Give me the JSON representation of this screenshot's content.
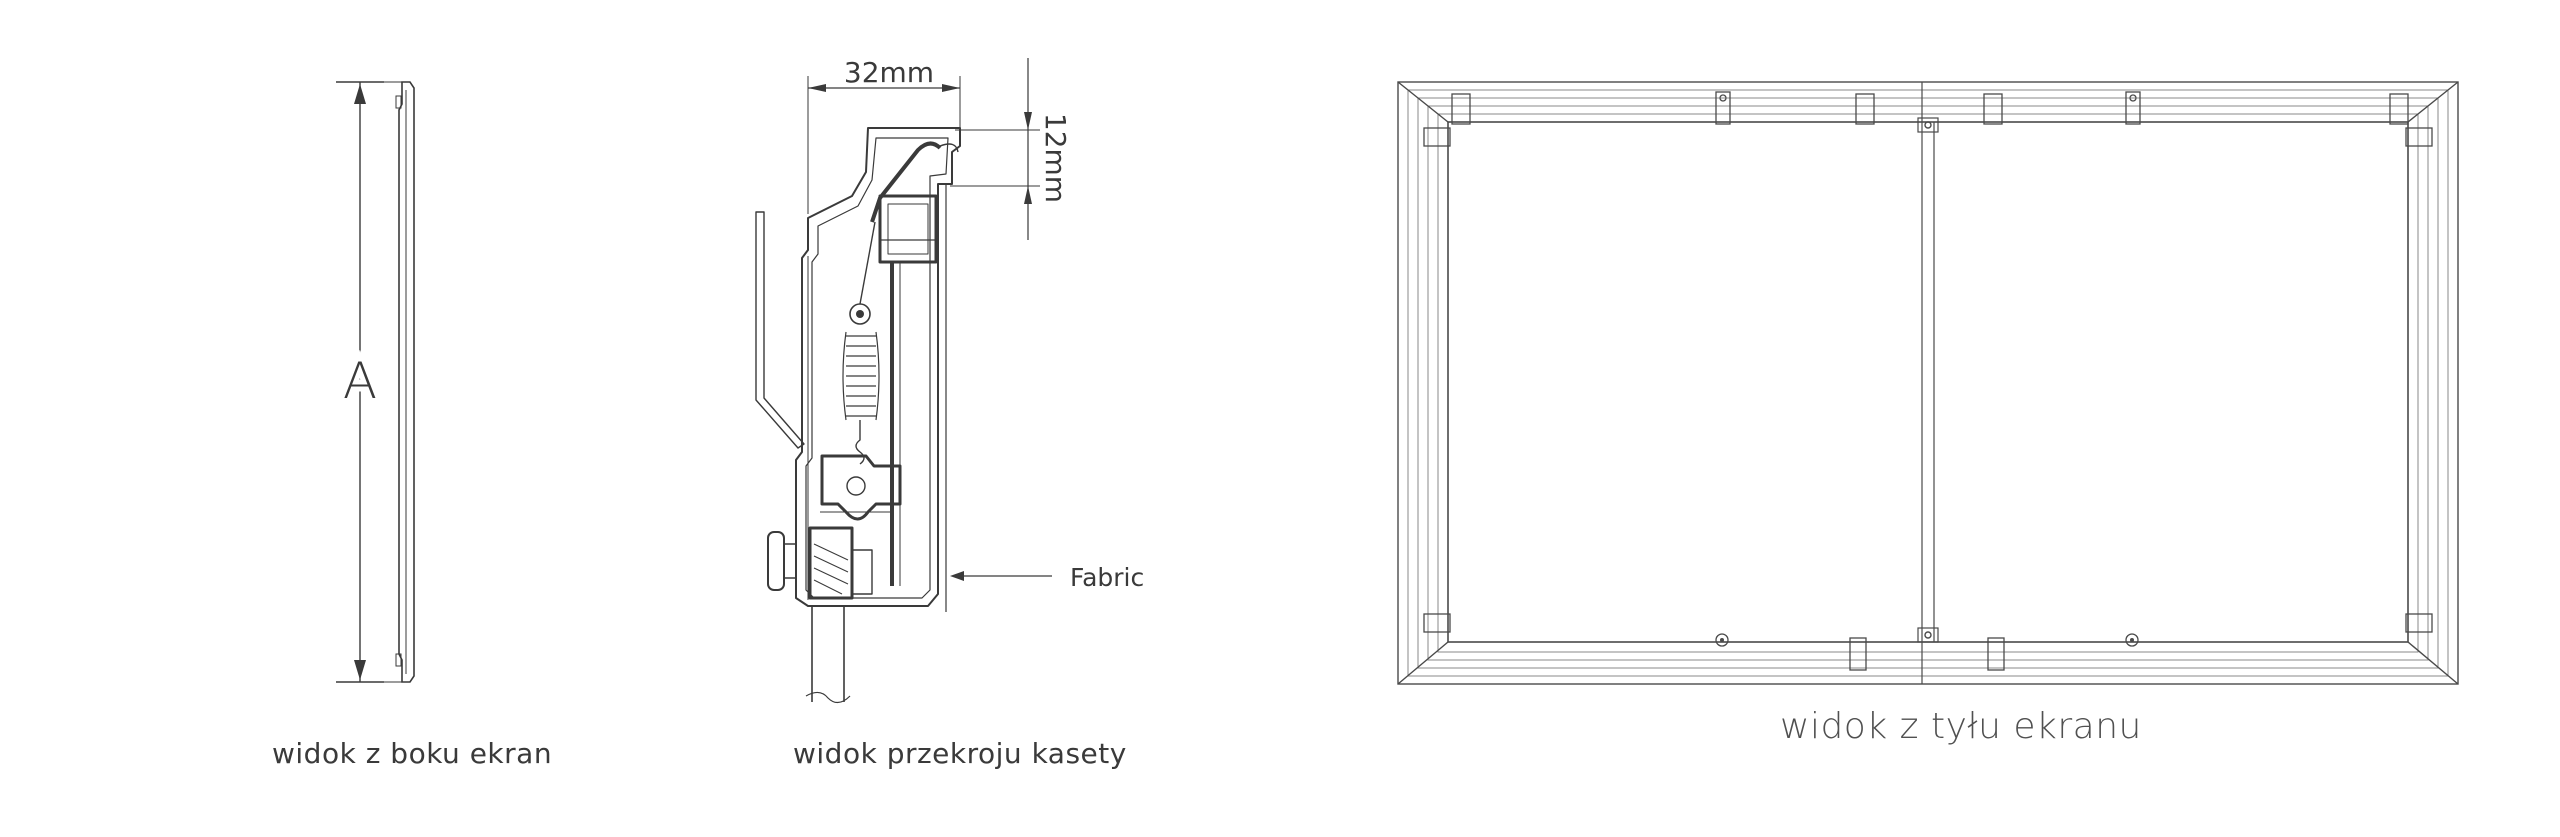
{
  "side_view": {
    "dimension_label": "A",
    "caption": "widok z boku ekran"
  },
  "section_view": {
    "width_label": "32mm",
    "height_label": "12mm",
    "fabric_label": "Fabric",
    "caption": "widok przekroju kasety"
  },
  "back_view": {
    "caption": "widok z tyłu ekranu"
  },
  "colors": {
    "line": "#3a3a3a",
    "light_line": "#8a8a8a",
    "background": "#ffffff"
  }
}
